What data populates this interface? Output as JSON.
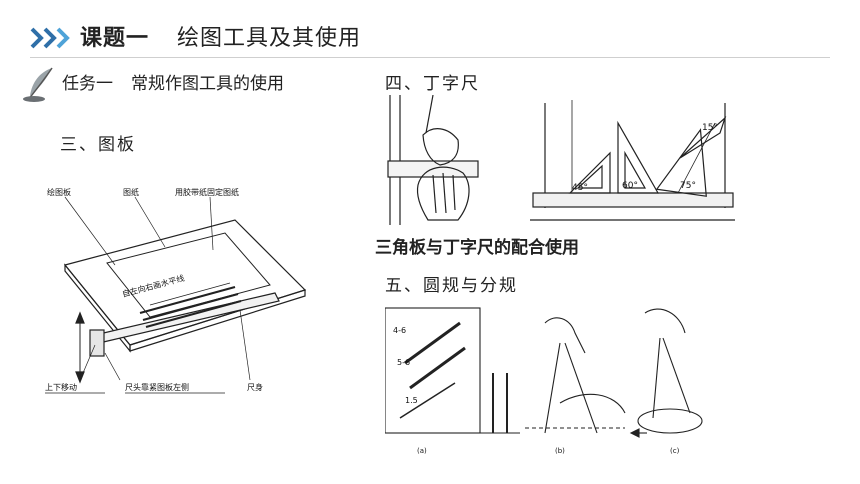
{
  "header": {
    "chevron_icon": "triple-chevron-right-icon",
    "accent_color": "#2f6fa8",
    "lesson": "课题一",
    "topic": "绘图工具及其使用"
  },
  "task": {
    "label": "任务一",
    "name": "常规作图工具的使用"
  },
  "sections": {
    "board": "三、图板",
    "tsquare": "四、丁字尺",
    "compass": "五、圆规与分规"
  },
  "caption_tsquare": "三角板与丁字尺的配合使用",
  "board_figure": {
    "label_board": "绘图板",
    "label_paper": "图纸",
    "label_tape": "用胶带纸固定图纸",
    "label_line": "自左向右画水平线",
    "label_updown": "上下移动",
    "label_head": "尺头靠紧图板左侧",
    "label_body": "尺身"
  },
  "triangle_figure": {
    "angle_45": "45°",
    "angle_60": "60°",
    "angle_75": "75°",
    "angle_15": "15°"
  },
  "compass_figure": {
    "dim_1": "4-6",
    "dim_2": "5-6",
    "dim_3": "1.5",
    "sub_a": "(a)",
    "sub_b": "(b)",
    "sub_c": "(c)"
  }
}
